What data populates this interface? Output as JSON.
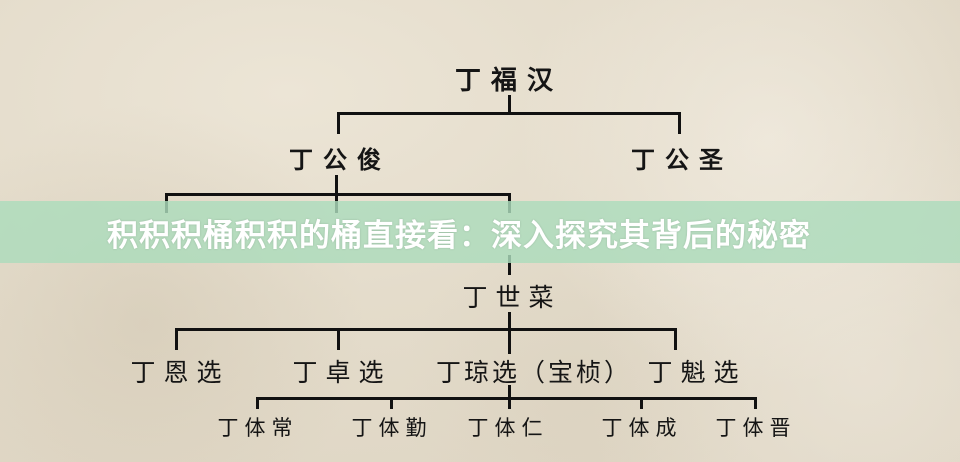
{
  "banner": {
    "title": "积积积桶积积的桶直接看：深入探究其背后的秘密",
    "background_color": "#acdcbc"
  },
  "family_tree": {
    "generation_1": [
      "丁福汉"
    ],
    "generation_2": [
      "丁公俊",
      "丁公圣"
    ],
    "generation_3_partially_hidden": [
      "丁世菜"
    ],
    "generation_4": [
      "丁世菜"
    ],
    "generation_5": [
      "丁恩选",
      "丁卓选",
      "丁琼选（宝桢）",
      "丁魁选"
    ],
    "generation_6": [
      "丁体常",
      "丁体勤",
      "丁体仁",
      "丁体成",
      "丁体晋"
    ]
  },
  "nodes": {
    "root": "丁福汉",
    "gong_jun": "丁公俊",
    "gong_sheng": "丁公圣",
    "shi_cai": "丁世菜",
    "en_xuan": "丁恩选",
    "zhuo_xuan": "丁卓选",
    "qiong_xuan": "丁琼选（宝桢）",
    "kui_xuan": "丁魁选",
    "ti_chang": "丁体常",
    "ti_qin": "丁体勤",
    "ti_ren": "丁体仁",
    "ti_cheng": "丁体成",
    "ti_jin": "丁体晋"
  }
}
